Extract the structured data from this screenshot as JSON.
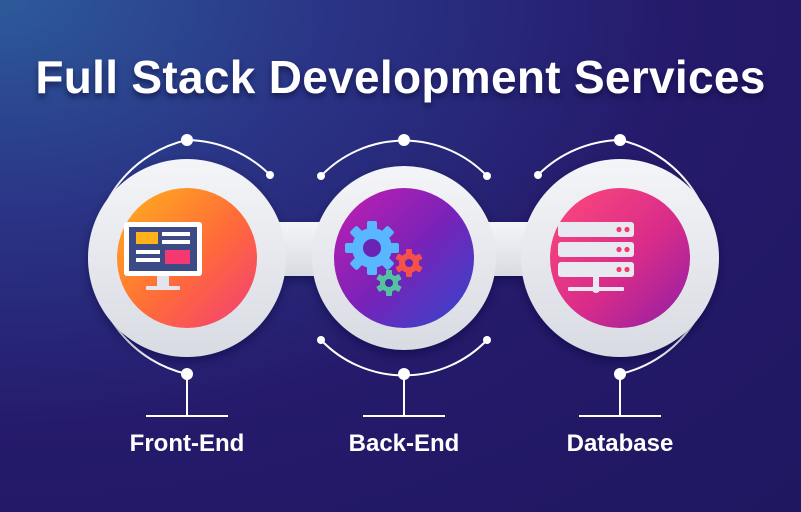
{
  "title": "Full Stack Development Services",
  "services": [
    {
      "label": "Front-End",
      "icon": "monitor-icon"
    },
    {
      "label": "Back-End",
      "icon": "gears-icon"
    },
    {
      "label": "Database",
      "icon": "server-icon"
    }
  ],
  "colors": {
    "background": "#251a6b",
    "ring": "#e6e7ec",
    "orange": "#ff8a1f",
    "pink": "#f5386f",
    "purple": "#7a1fb3",
    "blue": "#3b4fd0",
    "connector": "#ffffff"
  }
}
